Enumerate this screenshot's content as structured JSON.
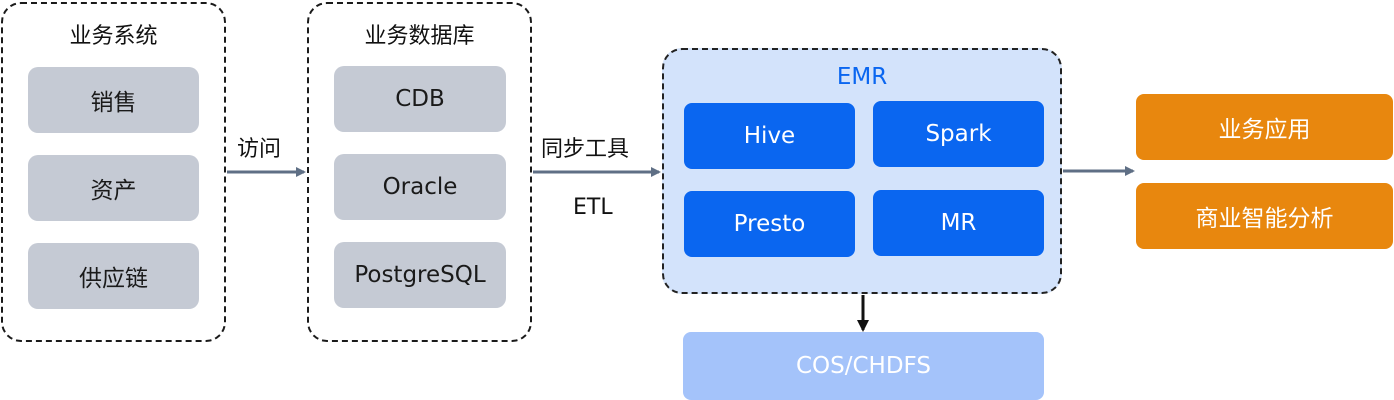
{
  "groups": {
    "business_systems": {
      "title": "业务系统",
      "items": [
        "销售",
        "资产",
        "供应链"
      ]
    },
    "business_db": {
      "title": "业务数据库",
      "items": [
        "CDB",
        "Oracle",
        "PostgreSQL"
      ]
    },
    "emr": {
      "title": "EMR",
      "items": [
        "Hive",
        "Spark",
        "Presto",
        "MR"
      ]
    }
  },
  "edges": {
    "access": "访问",
    "sync_tool": "同步工具",
    "etl": "ETL"
  },
  "outputs": [
    "业务应用",
    "商业智能分析"
  ],
  "storage": "COS/CHDFS",
  "colors": {
    "grey_box": "#c5cad4",
    "engine_blue": "#0a66f0",
    "emr_bg": "#d3e3fb",
    "output_orange": "#e8870e",
    "storage_blue": "#a4c3fa",
    "arrow_gray": "#5f6f85"
  }
}
